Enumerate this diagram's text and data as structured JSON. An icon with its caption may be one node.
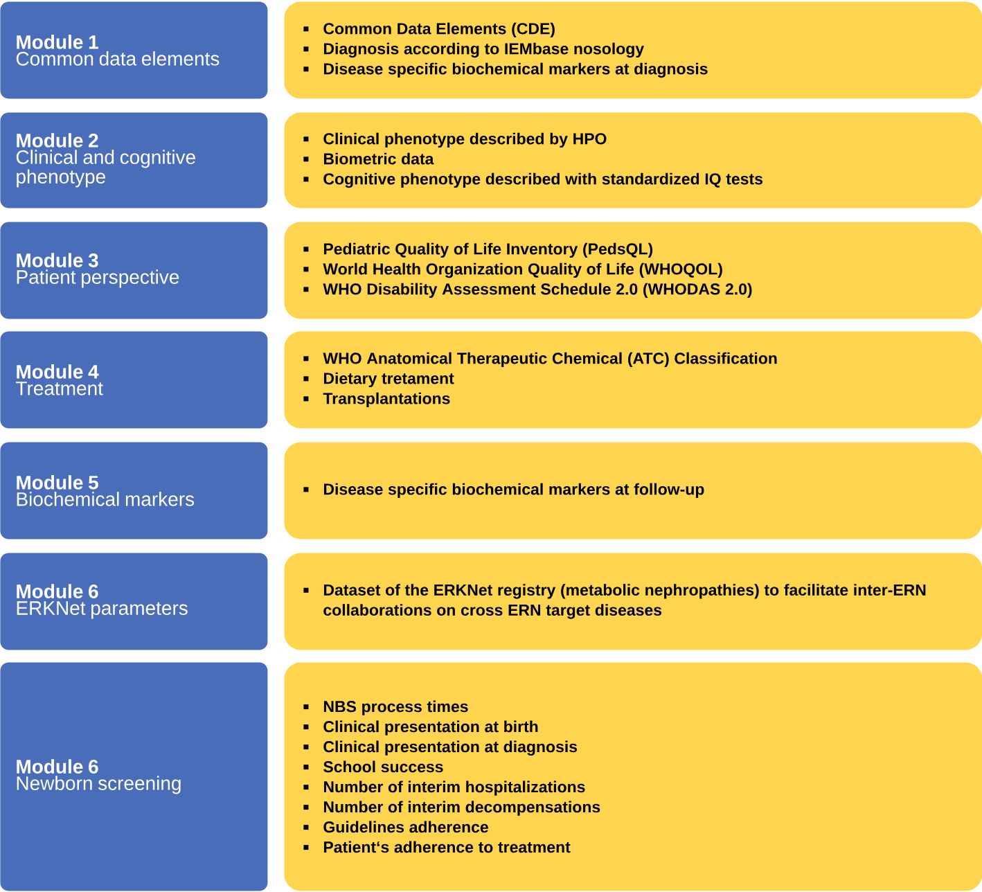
{
  "diagram": {
    "nodes": [
      {
        "text": [
          "Module 1",
          "Common data elements"
        ]
      },
      {
        "text": [
          "Common Data Elements (CDE)",
          "Diagnosis according to IEMbase nosology",
          "Disease specific biochemical markers at diagnosis"
        ]
      },
      {
        "text": [
          "Module 2",
          "Clinical and cognitive phenotype"
        ]
      },
      {
        "text": [
          "Clinical phenotype described by HPO",
          "Biometric data",
          "Cognitive phenotype described with standardized IQ tests"
        ]
      },
      {
        "text": [
          "Module 3",
          "Patient perspective"
        ]
      },
      {
        "text": [
          "Pediatric Quality of Life Inventory (PedsQL)",
          "World Health Organization Quality of Life (WHOQOL)",
          "WHO Disability Assessment Schedule 2.0 (WHODAS 2.0)"
        ]
      },
      {
        "text": [
          "Module 4",
          "Treatment"
        ]
      },
      {
        "text": [
          "WHO Anatomical Therapeutic Chemical (ATC) Classification",
          "Dietary tretament",
          "Transplantations"
        ]
      },
      {
        "text": [
          "Module 5",
          "Biochemical markers"
        ]
      },
      {
        "text": [
          "Disease specific biochemical markers at follow-up"
        ]
      },
      {
        "text": [
          "Module 6",
          "ERKNet parameters"
        ]
      },
      {
        "text": [
          "Dataset of the ERKNet registry (metabolic nephropathies) to facilitate inter-ERN collaborations on cross ERN target diseases"
        ]
      },
      {
        "text": [
          "Module 6",
          "Newborn screening"
        ]
      },
      {
        "text": [
          "NBS process times",
          "Clinical presentation at birth",
          "Clinical presentation at diagnosis",
          "School success",
          "Number of interim hospitalizations",
          "Number of interim decompensations",
          "Guidelines adherence",
          "Patient‘s adherence to treatment"
        ]
      }
    ]
  }
}
